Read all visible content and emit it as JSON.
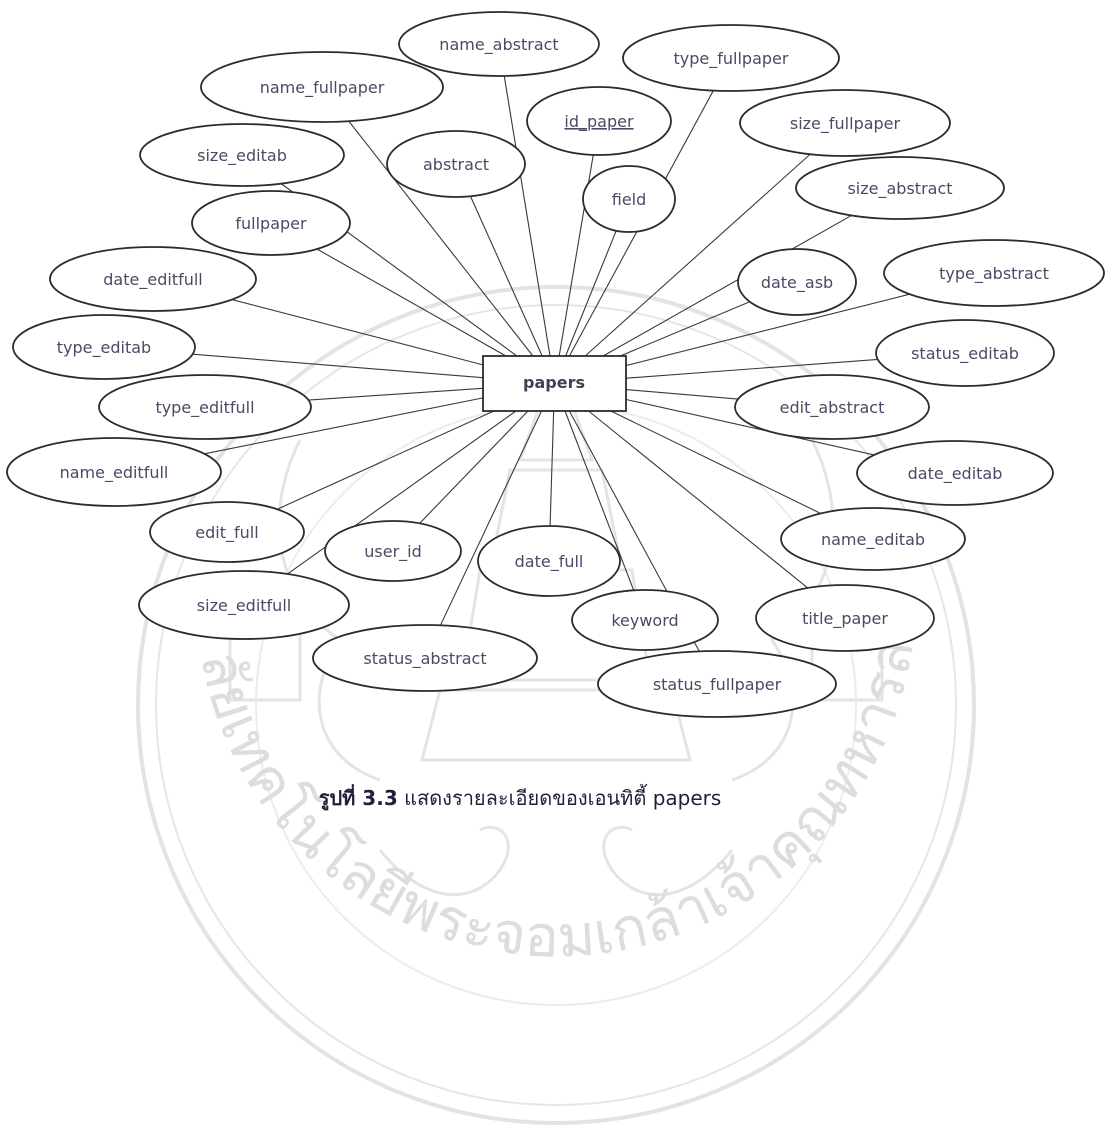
{
  "diagram": {
    "type": "er-entity-attributes",
    "entity": {
      "name": "papers"
    },
    "attributes": [
      {
        "name": "name_abstract",
        "key": false
      },
      {
        "name": "type_fullpaper",
        "key": false
      },
      {
        "name": "name_fullpaper",
        "key": false
      },
      {
        "name": "id_paper",
        "key": true
      },
      {
        "name": "size_fullpaper",
        "key": false
      },
      {
        "name": "size_editab",
        "key": false
      },
      {
        "name": "abstract",
        "key": false
      },
      {
        "name": "field",
        "key": false
      },
      {
        "name": "size_abstract",
        "key": false
      },
      {
        "name": "fullpaper",
        "key": false
      },
      {
        "name": "date_editfull",
        "key": false
      },
      {
        "name": "date_asb",
        "key": false
      },
      {
        "name": "type_abstract",
        "key": false
      },
      {
        "name": "type_editab",
        "key": false
      },
      {
        "name": "status_editab",
        "key": false
      },
      {
        "name": "type_editfull",
        "key": false
      },
      {
        "name": "edit_abstract",
        "key": false
      },
      {
        "name": "name_editfull",
        "key": false
      },
      {
        "name": "date_editab",
        "key": false
      },
      {
        "name": "edit_full",
        "key": false
      },
      {
        "name": "user_id",
        "key": false
      },
      {
        "name": "date_full",
        "key": false
      },
      {
        "name": "name_editab",
        "key": false
      },
      {
        "name": "size_editfull",
        "key": false
      },
      {
        "name": "keyword",
        "key": false
      },
      {
        "name": "title_paper",
        "key": false
      },
      {
        "name": "status_abstract",
        "key": false
      },
      {
        "name": "status_fullpaper",
        "key": false
      }
    ]
  },
  "caption": {
    "label": "รูปที่ 3.3",
    "text": "แสดงรายละเอียดของเอนทิตี้ papers"
  },
  "watermark": {
    "lettering": "มหาวิทยาลัยเทคโนโลยีพระจอมเกล้าเจ้าคุณทหารลาดกระบัง"
  },
  "colors": {
    "line": "#2b2b2b",
    "text": "#4a4a66",
    "caption": "#1f1f3a",
    "watermark": "#d9d9d9"
  }
}
